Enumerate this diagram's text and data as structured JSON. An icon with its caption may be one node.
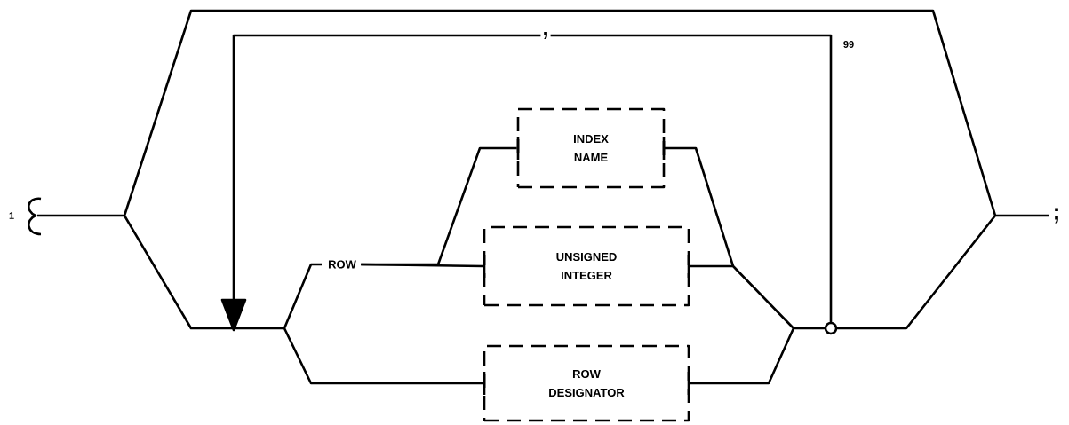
{
  "diagram": {
    "nodes": [
      {
        "text": [
          "INDEX NAME"
        ]
      },
      {
        "text": [
          "ROW"
        ]
      },
      {
        "text": [
          "UNSIGNED INTEGER"
        ]
      },
      {
        "text": [
          "ROW DESIGNATOR"
        ]
      }
    ],
    "edges": [
      {
        "from": 1,
        "to": 0,
        "arrow": "none"
      },
      {
        "from": 1,
        "to": 2,
        "arrow": "none"
      }
    ],
    "labels": [
      ",",
      "99",
      "1",
      ";"
    ]
  }
}
